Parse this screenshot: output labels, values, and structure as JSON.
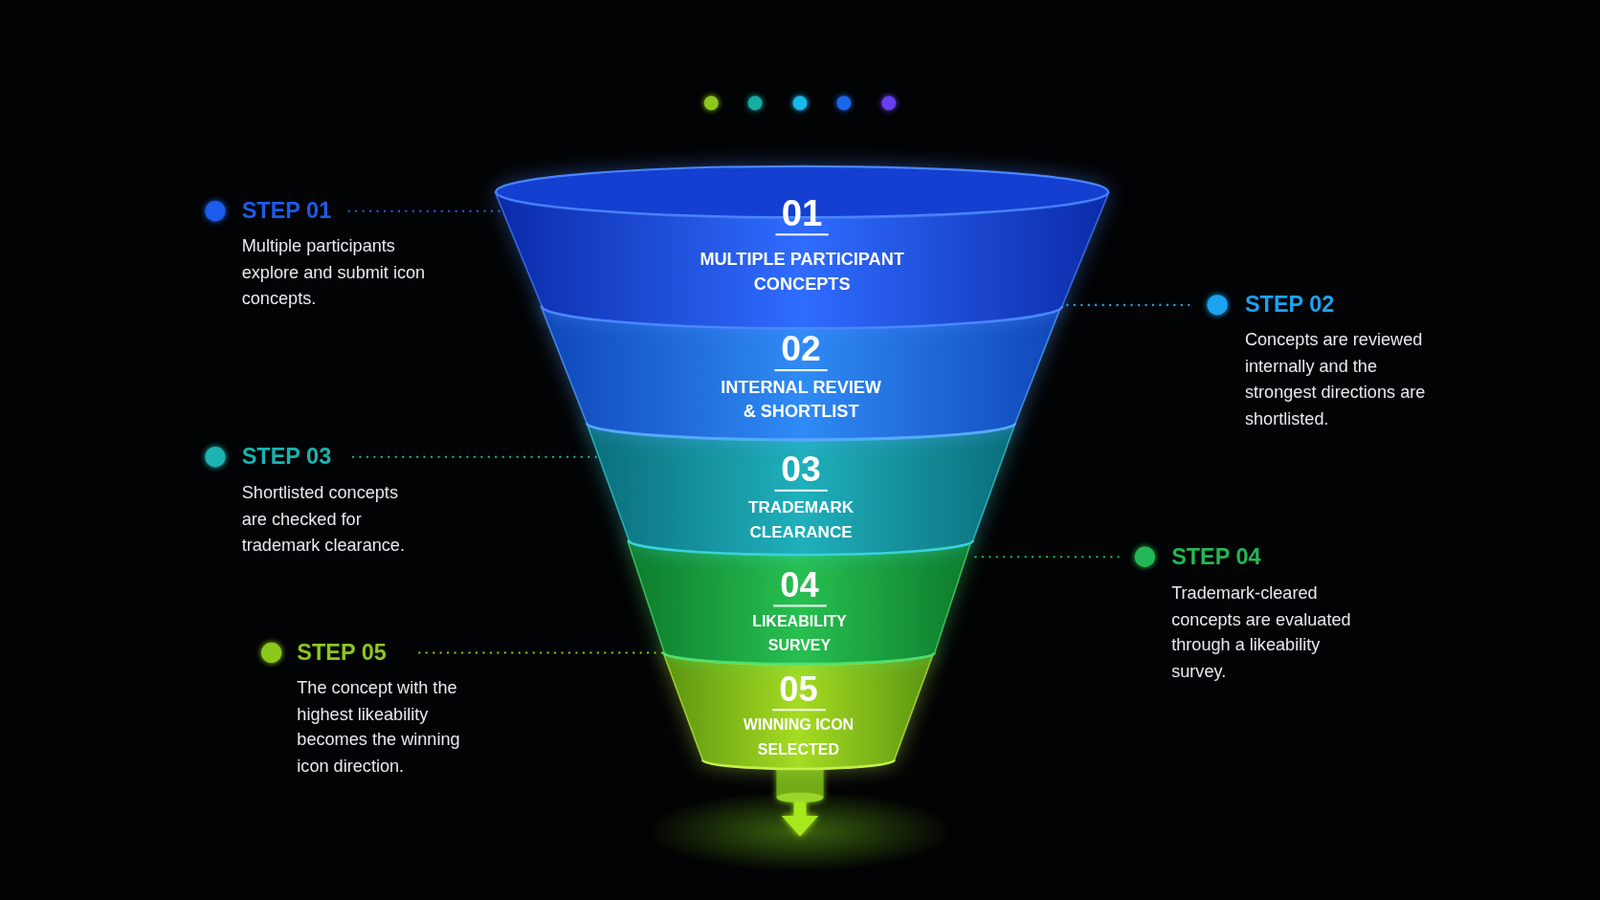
{
  "diagram": {
    "nodes": [
      {
        "text": [
          "01",
          "MULTIPLE PARTICIPANT CONCEPTS"
        ]
      },
      {
        "text": [
          "02",
          "INTERNAL REVIEW & SHORTLIST"
        ]
      },
      {
        "text": [
          "03",
          "TRADEMARK CLEARANCE"
        ]
      },
      {
        "text": [
          "04",
          "LIKEABILITY SURVEY"
        ]
      },
      {
        "text": [
          "05",
          "WINNING ICON SELECTED"
        ]
      }
    ],
    "labels": [
      "STEP 01",
      "Multiple participants explore and submit icon concepts.",
      "STEP 02",
      "Concepts are reviewed internally and the strongest directions are shortlisted.",
      "STEP 03",
      "Shortlisted concepts are checked for trademark clearance.",
      "STEP 04",
      "Trademark-cleared concepts are evaluated through a likeability survey.",
      "STEP 05",
      "The concept with the highest likeability becomes the winning icon direction."
    ]
  }
}
